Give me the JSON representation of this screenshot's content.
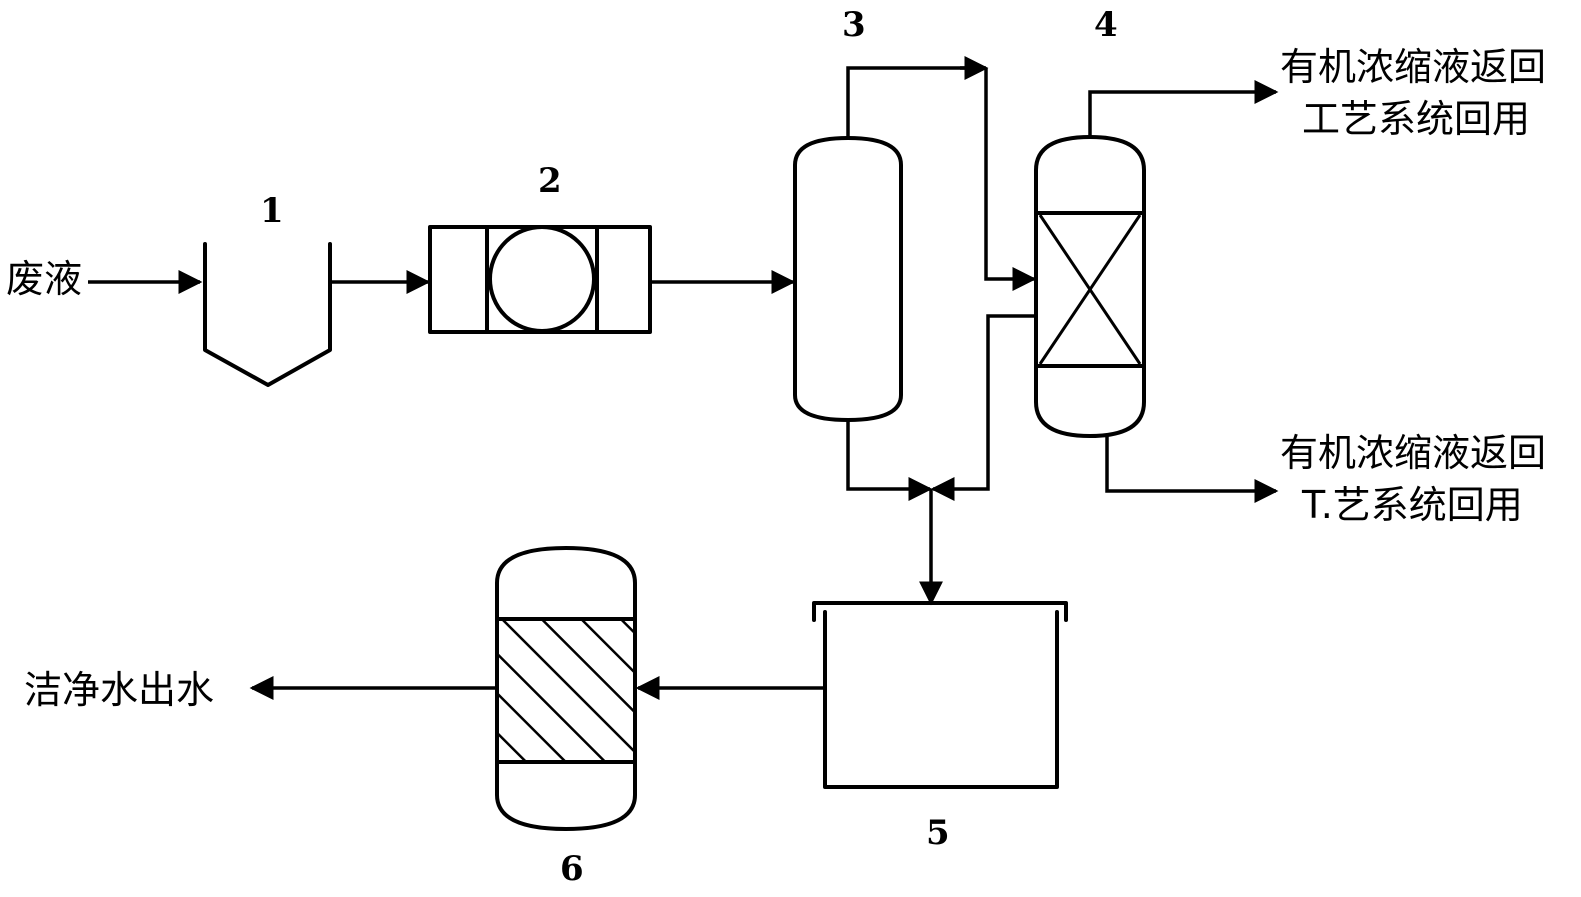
{
  "labels": {
    "inlet": "废液",
    "outlet": "洁净水出水",
    "top_right_line1": "有机浓缩液返回",
    "top_right_line2": "工艺系统回用",
    "bottom_right_line1": "有机浓缩液返回",
    "bottom_right_line2": "T.艺系统回用"
  },
  "equipment": {
    "n1": "1",
    "n2": "2",
    "n3": "3",
    "n4": "4",
    "n5": "5",
    "n6": "6"
  },
  "colors": {
    "line": "#000000",
    "background": "#ffffff"
  }
}
